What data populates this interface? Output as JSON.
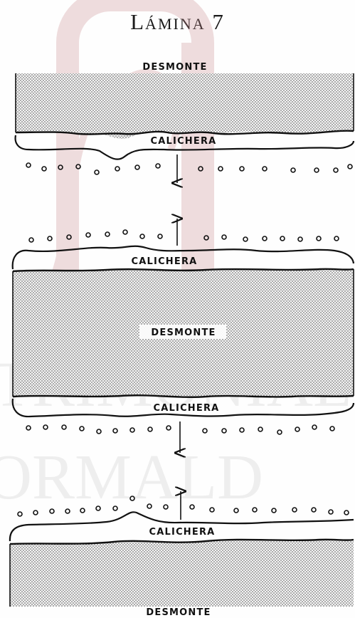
{
  "plate": {
    "title": "Lámina 7"
  },
  "labels": {
    "top_desmonte": "DESMONTE",
    "caliche_1": "CALICHERA",
    "caliche_2": "CALICHERA",
    "middle_desmonte": "DESMONTE",
    "caliche_3": "CALICHERA",
    "caliche_4": "CALICHERA",
    "bottom_desmonte": "DESMONTE"
  },
  "watermark": {
    "texts": [
      "TRIMONIAL",
      "ORMALD"
    ]
  },
  "colors": {
    "ink": "#111111",
    "hatch": "#8a8a8a",
    "watermark": "#c8888a"
  }
}
